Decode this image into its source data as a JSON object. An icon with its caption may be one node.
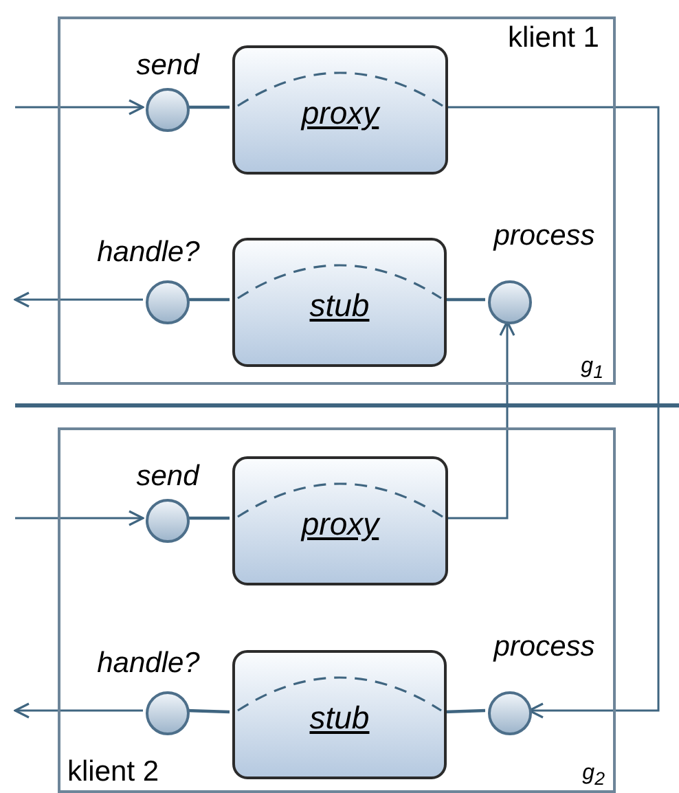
{
  "diagram": {
    "nodes": [
      {
        "text": [
          "klient 1",
          "g$_{1}$"
        ]
      },
      {
        "text": [],
        "shape": "circle",
        "beside": [
          "send"
        ],
        "in": 0
      },
      {
        "text": [
          "proxy"
        ],
        "in": 0
      },
      {
        "text": [],
        "shape": "circle",
        "beside": [
          "handle?"
        ],
        "in": 0
      },
      {
        "text": [
          "stub"
        ],
        "in": 0
      },
      {
        "text": [],
        "shape": "circle",
        "beside": [
          "process"
        ],
        "in": 0
      },
      {
        "text": [
          "klient 2",
          "g$_{2}$"
        ]
      },
      {
        "text": [],
        "shape": "circle",
        "beside": [
          "send"
        ],
        "in": 6
      },
      {
        "text": [
          "proxy"
        ],
        "in": 6
      },
      {
        "text": [],
        "shape": "circle",
        "beside": [
          "handle?"
        ],
        "in": 6
      },
      {
        "text": [
          "stub"
        ],
        "in": 6
      },
      {
        "text": [],
        "shape": "circle",
        "beside": [
          "process"
        ],
        "in": 6
      }
    ],
    "edges": [
      {
        "from": null,
        "to": 1,
        "arrow": "to"
      },
      {
        "from": 1,
        "to": 2,
        "arrow": "none"
      },
      {
        "from": 3,
        "to": null,
        "arrow": "to"
      },
      {
        "from": 3,
        "to": 4,
        "arrow": "none"
      },
      {
        "from": 4,
        "to": 5,
        "arrow": "none"
      },
      {
        "from": 2,
        "to": 11,
        "arrow": "to"
      },
      {
        "from": 8,
        "to": 5,
        "arrow": "to"
      },
      {
        "from": null,
        "to": 7,
        "arrow": "to"
      },
      {
        "from": 7,
        "to": 8,
        "arrow": "none"
      },
      {
        "from": 9,
        "to": null,
        "arrow": "to"
      },
      {
        "from": 9,
        "to": 10,
        "arrow": "none"
      },
      {
        "from": 10,
        "to": 11,
        "arrow": "none"
      }
    ]
  }
}
